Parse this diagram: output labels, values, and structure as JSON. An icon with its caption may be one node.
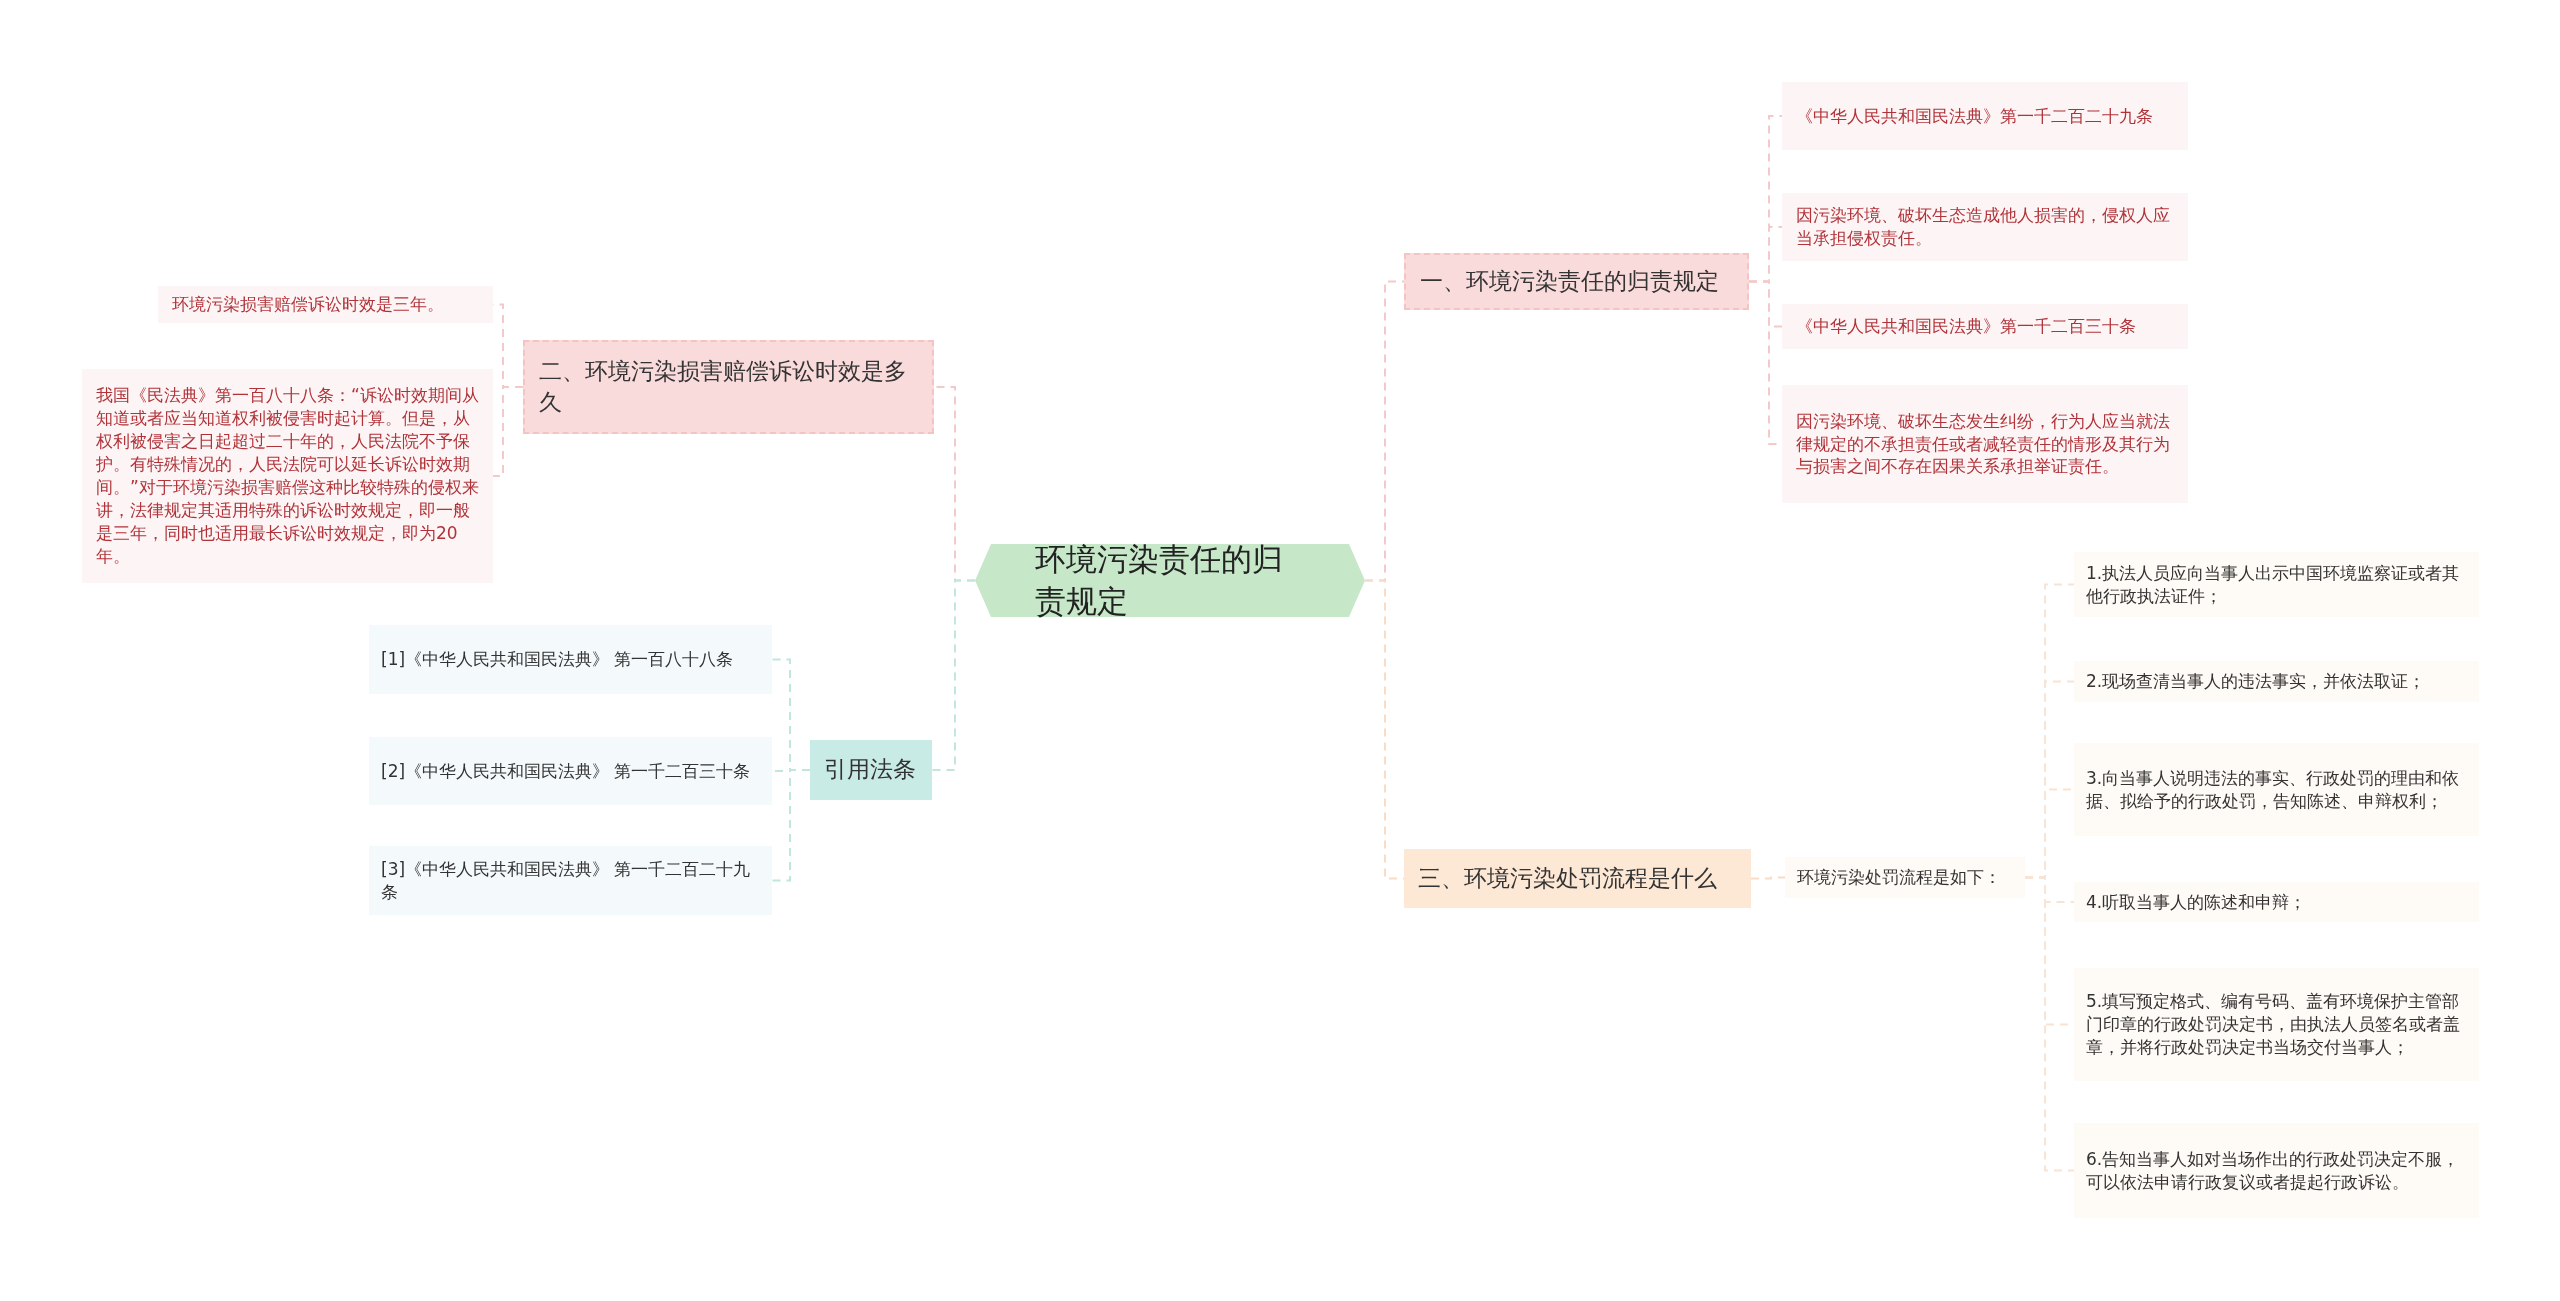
{
  "diagram": {
    "nodes": [
      {
        "text": [
          "环境污染责任的归责规定"
        ]
      },
      {
        "text": [
          "一、环境污染责任的归责规定"
        ]
      },
      {
        "text": [
          "《中华人民共和国民法典》第一千二百二十九条"
        ]
      },
      {
        "text": [
          "因污染环境、破坏生态造成他人损害的，侵权人应当承担侵权责任。"
        ]
      },
      {
        "text": [
          "《中华人民共和国民法典》第一千二百三十条"
        ]
      },
      {
        "text": [
          "因污染环境、破坏生态发生纠纷，行为人应当就法律规定的不承担责任或者减轻责任的情形及其行为与损害之间不存在因果关系承担举证责任。"
        ]
      },
      {
        "text": [
          "三、环境污染处罚流程是什么"
        ]
      },
      {
        "text": [
          "环境污染处罚流程是如下："
        ]
      },
      {
        "text": [
          "1.执法人员应向当事人出示中国环境监察证或者其他行政执法证件；"
        ]
      },
      {
        "text": [
          "2.现场查清当事人的违法事实，并依法取证；"
        ]
      },
      {
        "text": [
          "3.向当事人说明违法的事实、行政处罚的理由和依据、拟给予的行政处罚，告知陈述、申辩权利；"
        ]
      },
      {
        "text": [
          "4.听取当事人的陈述和申辩；"
        ]
      },
      {
        "text": [
          "5.填写预定格式、编有号码、盖有环境保护主管部门印章的行政处罚决定书，由执法人员签名或者盖章，并将行政处罚决定书当场交付当事人；"
        ]
      },
      {
        "text": [
          "6.告知当事人如对当场作出的行政处罚决定不服，可以依法申请行政复议或者提起行政诉讼。"
        ]
      },
      {
        "text": [
          "二、环境污染损害赔偿诉讼时效是多久"
        ]
      },
      {
        "text": [
          "环境污染损害赔偿诉讼时效是三年。"
        ]
      },
      {
        "text": [
          "我国《民法典》第一百八十八条：“诉讼时效期间从知道或者应当知道权利被侵害时起计算。但是，从权利被侵害之日起超过二十年的，人民法院不予保护。有特殊情况的，人民法院可以延长诉讼时效期间。”对于环境污染损害赔偿这种比较特殊的侵权来讲，法律规定其适用特殊的诉讼时效规定，即一般是三年，同时也适用最长诉讼时效规定，即为20年。"
        ]
      },
      {
        "text": [
          "引用法条"
        ]
      },
      {
        "text": [
          "[1]《中华人民共和国民法典》 第一百八十八条"
        ]
      },
      {
        "text": [
          "[2]《中华人民共和国民法典》 第一千二百三十条"
        ]
      },
      {
        "text": [
          "[3]《中华人民共和国民法典》 第一千二百二十九条"
        ]
      }
    ],
    "edges": [
      {
        "from": 0,
        "to": 1,
        "arrow": "none",
        "style": "dashed",
        "color": "#f3c9c9"
      },
      {
        "from": 0,
        "to": 6,
        "arrow": "none",
        "style": "dashed",
        "color": "#f8dcc6"
      },
      {
        "from": 0,
        "to": 14,
        "arrow": "none",
        "style": "dashed",
        "color": "#f3c9c9"
      },
      {
        "from": 0,
        "to": 17,
        "arrow": "none",
        "style": "dashed",
        "color": "#bfe6df"
      },
      {
        "from": 1,
        "to": 2,
        "arrow": "none",
        "style": "dashed",
        "color": "#f3c9c9"
      },
      {
        "from": 1,
        "to": 3,
        "arrow": "none",
        "style": "dashed",
        "color": "#f3c9c9"
      },
      {
        "from": 1,
        "to": 4,
        "arrow": "none",
        "style": "dashed",
        "color": "#f3c9c9"
      },
      {
        "from": 1,
        "to": 5,
        "arrow": "none",
        "style": "dashed",
        "color": "#f3c9c9"
      },
      {
        "from": 6,
        "to": 7,
        "arrow": "none",
        "style": "dashed",
        "color": "#f8dcc6"
      },
      {
        "from": 7,
        "to": 8,
        "arrow": "none",
        "style": "dashed",
        "color": "#f8e4d4"
      },
      {
        "from": 7,
        "to": 9,
        "arrow": "none",
        "style": "dashed",
        "color": "#f8e4d4"
      },
      {
        "from": 7,
        "to": 10,
        "arrow": "none",
        "style": "dashed",
        "color": "#f8e4d4"
      },
      {
        "from": 7,
        "to": 11,
        "arrow": "none",
        "style": "dashed",
        "color": "#f8e4d4"
      },
      {
        "from": 7,
        "to": 12,
        "arrow": "none",
        "style": "dashed",
        "color": "#f8e4d4"
      },
      {
        "from": 7,
        "to": 13,
        "arrow": "none",
        "style": "dashed",
        "color": "#f8e4d4"
      },
      {
        "from": 14,
        "to": 15,
        "arrow": "none",
        "style": "dashed",
        "color": "#f3c9c9"
      },
      {
        "from": 14,
        "to": 16,
        "arrow": "none",
        "style": "dashed",
        "color": "#f3c9c9"
      },
      {
        "from": 17,
        "to": 18,
        "arrow": "none",
        "style": "dashed",
        "color": "#bfe6df"
      },
      {
        "from": 17,
        "to": 19,
        "arrow": "none",
        "style": "dashed",
        "color": "#bfe6df"
      },
      {
        "from": 17,
        "to": 20,
        "arrow": "none",
        "style": "dashed",
        "color": "#bfe6df"
      }
    ]
  }
}
